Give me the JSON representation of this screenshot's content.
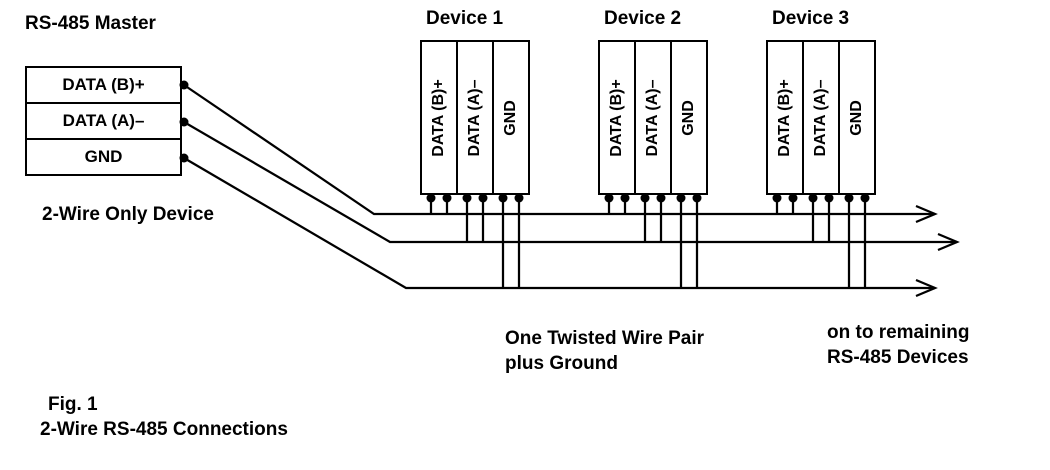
{
  "master": {
    "title": "RS-485 Master",
    "terminals": [
      "DATA (B)+",
      "DATA (A)–",
      "GND"
    ],
    "note": "2-Wire Only Device"
  },
  "devices": [
    {
      "label": "Device 1",
      "terminals": [
        "DATA (B)+",
        "DATA (A)–",
        "GND"
      ]
    },
    {
      "label": "Device 2",
      "terminals": [
        "DATA (B)+",
        "DATA (A)–",
        "GND"
      ]
    },
    {
      "label": "Device 3",
      "terminals": [
        "DATA (B)+",
        "DATA (A)–",
        "GND"
      ]
    }
  ],
  "annotations": {
    "bus_note_line1": "One Twisted Wire Pair",
    "bus_note_line2": "plus Ground",
    "continuation_line1": "on to remaining",
    "continuation_line2": "RS-485 Devices",
    "figure_label": "Fig. 1",
    "figure_caption": "2-Wire RS-485 Connections"
  },
  "colors": {
    "wire": "#000000",
    "background": "#ffffff",
    "text": "#000000"
  }
}
